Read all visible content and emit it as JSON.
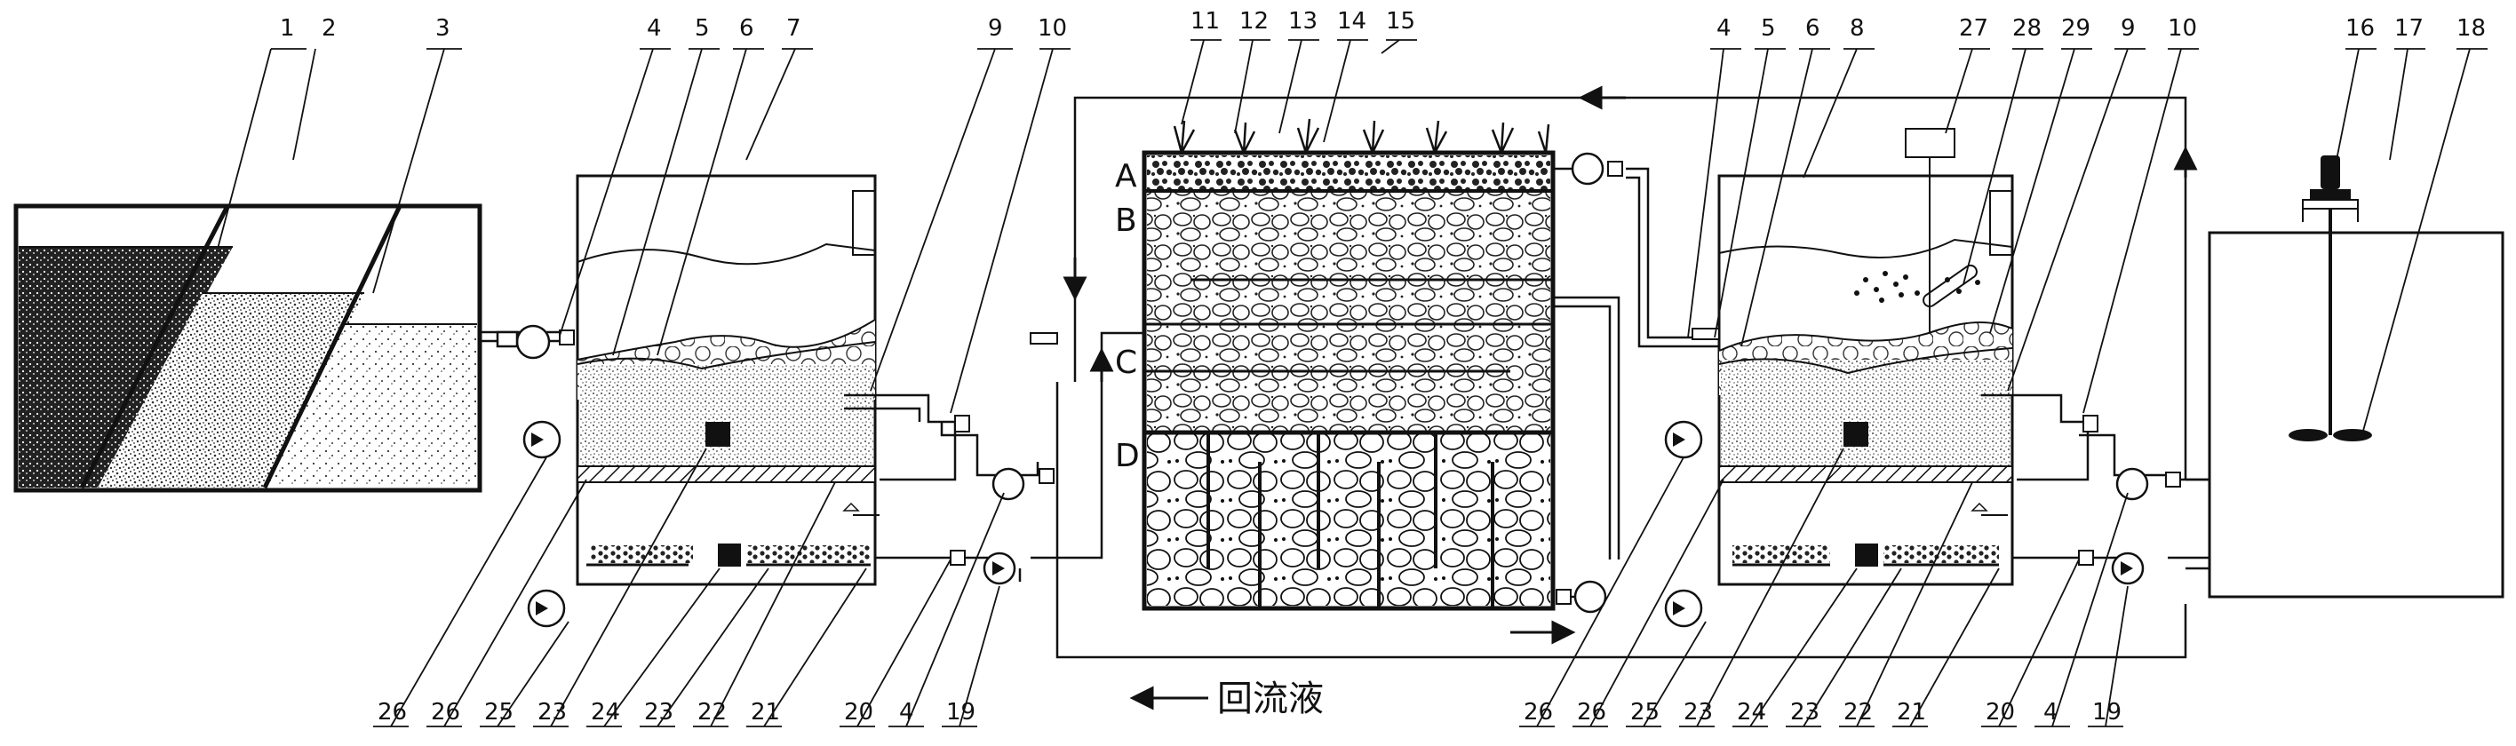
{
  "numbers_top": [
    "1",
    "2",
    "3",
    "4",
    "5",
    "6",
    "7",
    "9",
    "10",
    "11",
    "12",
    "13",
    "14",
    "15",
    "4",
    "5",
    "6",
    "8",
    "27",
    "28",
    "29",
    "9",
    "10",
    "16",
    "17",
    "18"
  ],
  "numbers_bottom": [
    "26",
    "26",
    "25",
    "23",
    "24",
    "23",
    "22",
    "21",
    "20",
    "4",
    "19",
    "26",
    "26",
    "25",
    "23",
    "24",
    "23",
    "22",
    "21",
    "20",
    "4",
    "19"
  ],
  "layers": [
    "A",
    "B",
    "C",
    "D"
  ],
  "caption": "回流液"
}
